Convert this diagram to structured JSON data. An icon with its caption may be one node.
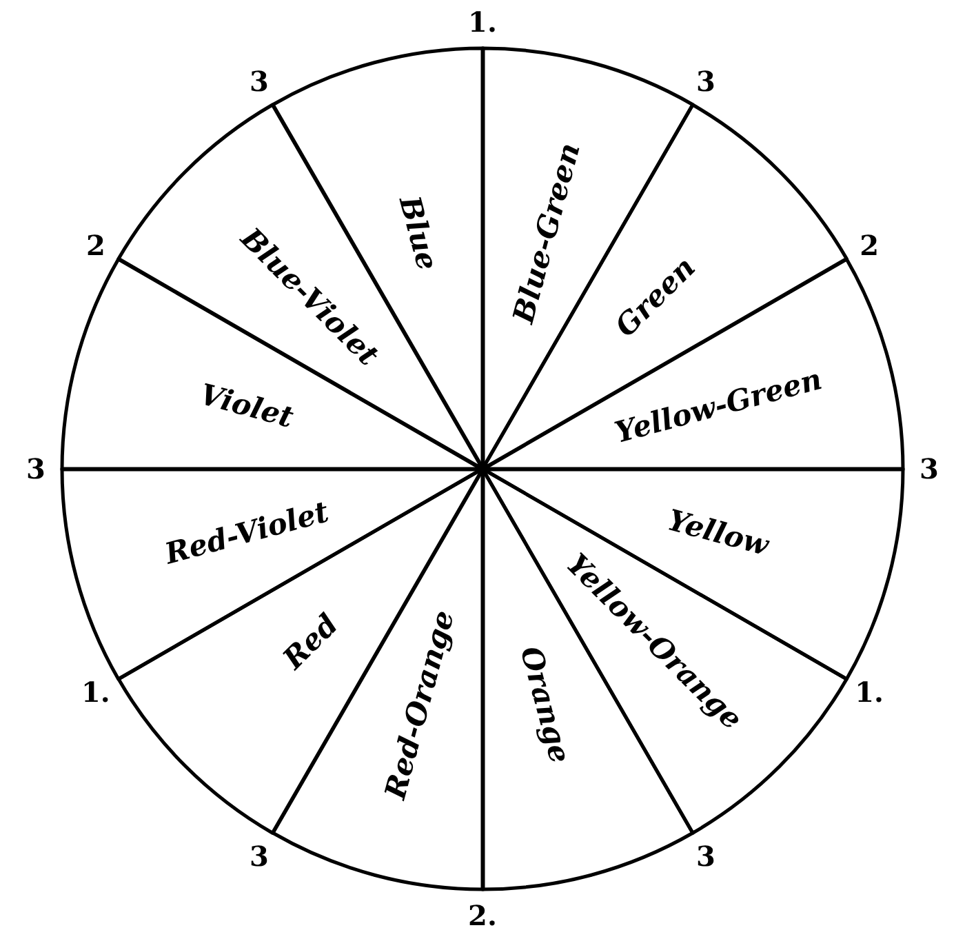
{
  "diagram": {
    "nodes": [
      {
        "text": [
          "Blue"
        ]
      },
      {
        "text": [
          "Blue-Green"
        ]
      },
      {
        "text": [
          "Green"
        ]
      },
      {
        "text": [
          "Yellow-Green"
        ]
      },
      {
        "text": [
          "Yellow"
        ]
      },
      {
        "text": [
          "Yellow-Orange"
        ]
      },
      {
        "text": [
          "Orange"
        ]
      },
      {
        "text": [
          "Red-Orange"
        ]
      },
      {
        "text": [
          "Red"
        ]
      },
      {
        "text": [
          "Red-Violet"
        ]
      },
      {
        "text": [
          "Violet"
        ]
      },
      {
        "text": [
          "Blue-Violet"
        ]
      }
    ],
    "edges": [],
    "labels": [
      "1.",
      "3",
      "3",
      "2",
      "2",
      "3",
      "3",
      "1.",
      "1.",
      "3",
      "3",
      "2."
    ]
  }
}
